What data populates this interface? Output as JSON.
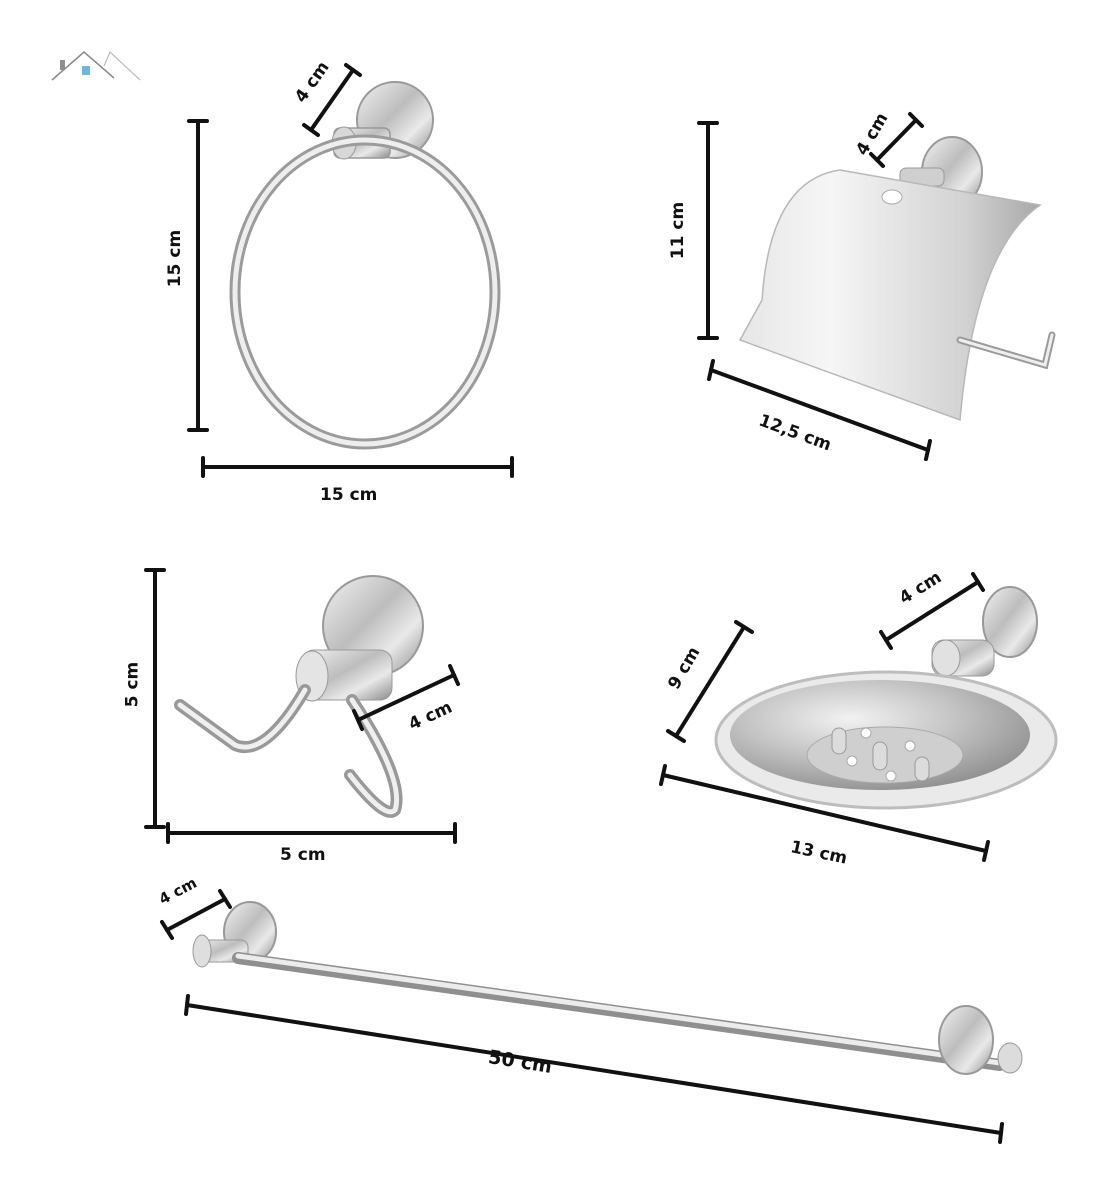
{
  "logo": {
    "icon": "house-roof-logo-icon",
    "colors": {
      "roof": "#8a8a8a",
      "window": "#6db7de",
      "chimney": "#8f8f8f"
    }
  },
  "colors": {
    "background": "#ffffff",
    "dimension_line": "#111111",
    "metal_dark": "#7d7d7d",
    "metal_mid": "#b9b9b9",
    "metal_light": "#eeeeee"
  },
  "items": [
    {
      "id": "towel-ring",
      "name": "Towel ring",
      "dimensions": {
        "height": "15 cm",
        "width": "15 cm",
        "depth": "4 cm"
      }
    },
    {
      "id": "toilet-paper-holder",
      "name": "Toilet paper holder with cover",
      "dimensions": {
        "height": "11 cm",
        "width": "12,5 cm",
        "depth": "4 cm"
      }
    },
    {
      "id": "double-hook",
      "name": "Double robe hook",
      "dimensions": {
        "height": "5 cm",
        "width": "5 cm",
        "depth": "4 cm"
      }
    },
    {
      "id": "soap-dish",
      "name": "Soap dish",
      "dimensions": {
        "depth_tray": "9 cm",
        "width": "13 cm",
        "depth": "4 cm"
      }
    },
    {
      "id": "towel-bar",
      "name": "Towel bar",
      "dimensions": {
        "length": "50 cm",
        "depth": "4 cm"
      }
    }
  ]
}
